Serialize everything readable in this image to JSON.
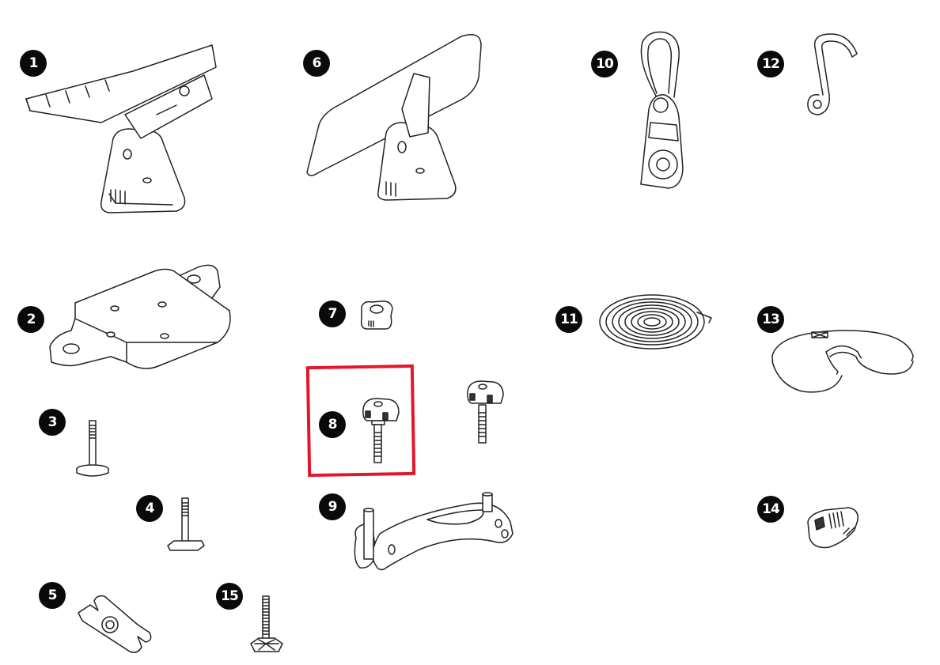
{
  "diagram": {
    "type": "parts-list",
    "highlight_color": "#e2172b",
    "highlighted_part": "8",
    "parts": [
      {
        "number": "1",
        "label": "1",
        "description": "roof-rack saddle mount with base"
      },
      {
        "number": "2",
        "label": "2",
        "description": "mounting base plate"
      },
      {
        "number": "3",
        "label": "3",
        "description": "round-head bolt"
      },
      {
        "number": "4",
        "label": "4",
        "description": "square T-bolt"
      },
      {
        "number": "5",
        "label": "5",
        "description": "slotted key/spacer"
      },
      {
        "number": "6",
        "label": "6",
        "description": "pad mount with base"
      },
      {
        "number": "7",
        "label": "7",
        "description": "knob nut"
      },
      {
        "number": "8",
        "label": "8",
        "description": "knob bolt"
      },
      {
        "number": "9",
        "label": "9",
        "description": "bracket arm"
      },
      {
        "number": "10",
        "label": "10",
        "description": "carabiner strap buckle"
      },
      {
        "number": "11",
        "label": "11",
        "description": "coiled strap"
      },
      {
        "number": "12",
        "label": "12",
        "description": "S-hook"
      },
      {
        "number": "13",
        "label": "13",
        "description": "loop strap"
      },
      {
        "number": "14",
        "label": "14",
        "description": "strap clip cover"
      },
      {
        "number": "15",
        "label": "15",
        "description": "threaded bolt with base"
      }
    ]
  }
}
